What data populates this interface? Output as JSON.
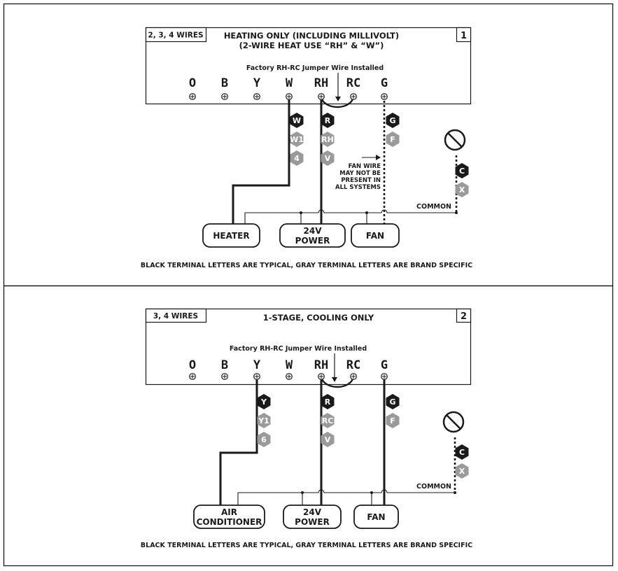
{
  "panels": [
    {
      "wires_label": "2, 3, 4 WIRES",
      "number": "1",
      "title_line1": "HEATING ONLY (INCLUDING MILLIVOLT)",
      "title_line2": "(2-WIRE HEAT USE “RH” & “W”)",
      "jumper_label": "Factory RH-RC Jumper Wire Installed",
      "terminals": [
        "O",
        "B",
        "Y",
        "W",
        "RH",
        "RC",
        "G"
      ],
      "chip_columns": [
        {
          "chips": [
            "W",
            "W1",
            "4"
          ],
          "styles": [
            "dark",
            "gray",
            "gray"
          ]
        },
        {
          "chips": [
            "R",
            "RH",
            "V"
          ],
          "styles": [
            "dark",
            "gray",
            "gray"
          ]
        },
        {
          "chips": [
            "G",
            "F"
          ],
          "styles": [
            "dark",
            "gray"
          ]
        },
        {
          "chips": [
            "C",
            "X"
          ],
          "styles": [
            "dark",
            "gray"
          ]
        }
      ],
      "fan_note": [
        "FAN WIRE",
        "MAY NOT BE",
        "PRESENT IN",
        "ALL SYSTEMS"
      ],
      "common_label": "COMMON",
      "devices": [
        {
          "lines": [
            "HEATER"
          ]
        },
        {
          "lines": [
            "24V",
            "POWER"
          ]
        },
        {
          "lines": [
            "FAN"
          ]
        }
      ],
      "footer": "BLACK TERMINAL LETTERS ARE TYPICAL, GRAY TERMINAL LETTERS ARE BRAND SPECIFIC"
    },
    {
      "wires_label": "3, 4 WIRES",
      "number": "2",
      "title_line1": "1-STAGE, COOLING ONLY",
      "title_line2": "",
      "jumper_label": "Factory RH-RC Jumper Wire Installed",
      "terminals": [
        "O",
        "B",
        "Y",
        "W",
        "RH",
        "RC",
        "G"
      ],
      "chip_columns": [
        {
          "chips": [
            "Y",
            "Y1",
            "6"
          ],
          "styles": [
            "dark",
            "gray",
            "gray"
          ]
        },
        {
          "chips": [
            "R",
            "RC",
            "V"
          ],
          "styles": [
            "dark",
            "gray",
            "gray"
          ]
        },
        {
          "chips": [
            "G",
            "F"
          ],
          "styles": [
            "dark",
            "gray"
          ]
        },
        {
          "chips": [
            "C",
            "X"
          ],
          "styles": [
            "dark",
            "gray"
          ]
        }
      ],
      "common_label": "COMMON",
      "devices": [
        {
          "lines": [
            "AIR",
            "CONDITIONER"
          ]
        },
        {
          "lines": [
            "24V",
            "POWER"
          ]
        },
        {
          "lines": [
            "FAN"
          ]
        }
      ],
      "footer": "BLACK TERMINAL LETTERS ARE TYPICAL, GRAY TERMINAL LETTERS ARE BRAND SPECIFIC"
    }
  ],
  "icons": [
    "no-symbol-icon",
    "screw-terminal-icon",
    "arrow-icon"
  ],
  "colors": {
    "line": "#1a1a1a",
    "chip_dark": "#1a1a1a",
    "chip_gray": "#9a9a9a",
    "background": "#ffffff"
  }
}
